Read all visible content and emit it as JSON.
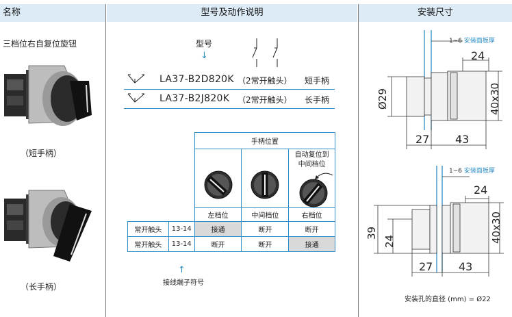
{
  "header": {
    "name": "名称",
    "model_desc": "型号及动作说明",
    "install_size": "安装尺寸"
  },
  "product": {
    "name": "三档位右自复位旋钮",
    "short_label": "（短手柄）",
    "long_label": "（长手柄）"
  },
  "model": {
    "label": "型号",
    "arrow": "↓",
    "rows": [
      {
        "code": "LA37-B2D820K",
        "contacts": "（2常开触头）",
        "handle": "短手柄"
      },
      {
        "code": "LA37-B2J820K",
        "contacts": "（2常开触头）",
        "handle": "长手柄"
      }
    ]
  },
  "position_table": {
    "title": "手柄位置",
    "auto_return": "自动复位到\n中间档位",
    "columns": [
      "左档位",
      "中间档位",
      "右档位"
    ],
    "rows": [
      {
        "label": "常开触头",
        "terminal": "13-14",
        "states": [
          "接通",
          "断开",
          "断开"
        ]
      },
      {
        "label": "常开触头",
        "terminal": "13-14",
        "states": [
          "断开",
          "断开",
          "接通"
        ]
      }
    ],
    "terminal_note": "接线端子符号"
  },
  "dimensions": {
    "panel_thickness": "1~6",
    "panel_label": "安装面板厚",
    "top": {
      "d": "24",
      "dia": "Ø29",
      "square": "40x30",
      "front": "27",
      "back": "43"
    },
    "bottom": {
      "d": "24",
      "h1": "39",
      "h2": "24",
      "square": "40x30",
      "front": "27",
      "back": "43"
    },
    "hole_note": "安装孔的直径 (mm) = Ø22"
  }
}
